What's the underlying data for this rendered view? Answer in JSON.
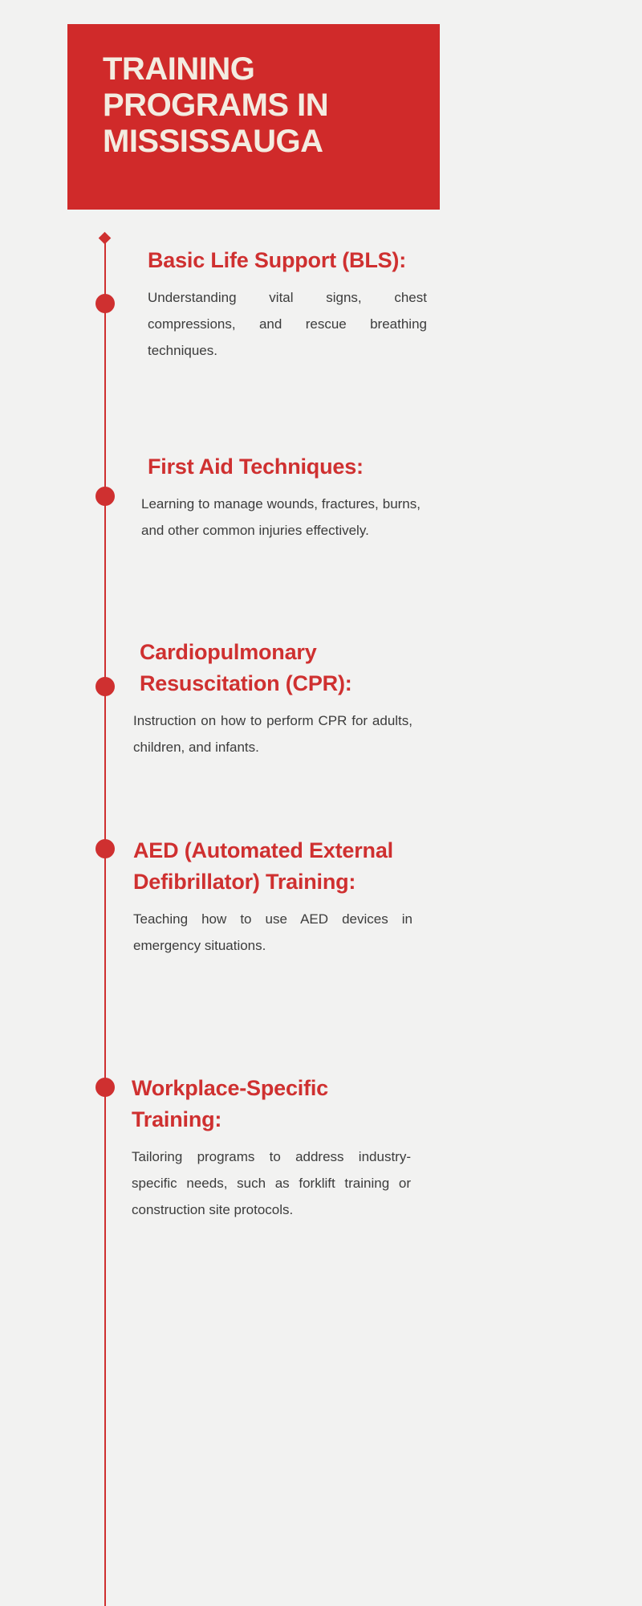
{
  "theme": {
    "background": "#f2f2f1",
    "brand_red": "#cf3030",
    "header_red": "#d02a2a",
    "header_text": "#f3ece1",
    "body_text": "#3c3c3c"
  },
  "header": {
    "title": "TRAINING PROGRAMS IN MISSISSAUGA"
  },
  "timeline": {
    "sections": [
      {
        "heading": "Basic Life Support (BLS):",
        "body": "Understanding vital signs, chest compressions, and rescue breathing techniques."
      },
      {
        "heading": "First Aid Techniques:",
        "body": "Learning to manage wounds, fractures, burns, and other common injuries effectively."
      },
      {
        "heading": "Cardiopulmonary Resuscitation (CPR):",
        "body": " Instruction on how to perform CPR for adults, children, and infants."
      },
      {
        "heading": "AED (Automated External Defibrillator) Training:",
        "body": "Teaching how to use AED devices in emergency situations."
      },
      {
        "heading": "Workplace-Specific Training:",
        "body": "Tailoring programs to address industry-specific needs, such as forklift training or construction site protocols."
      }
    ]
  }
}
